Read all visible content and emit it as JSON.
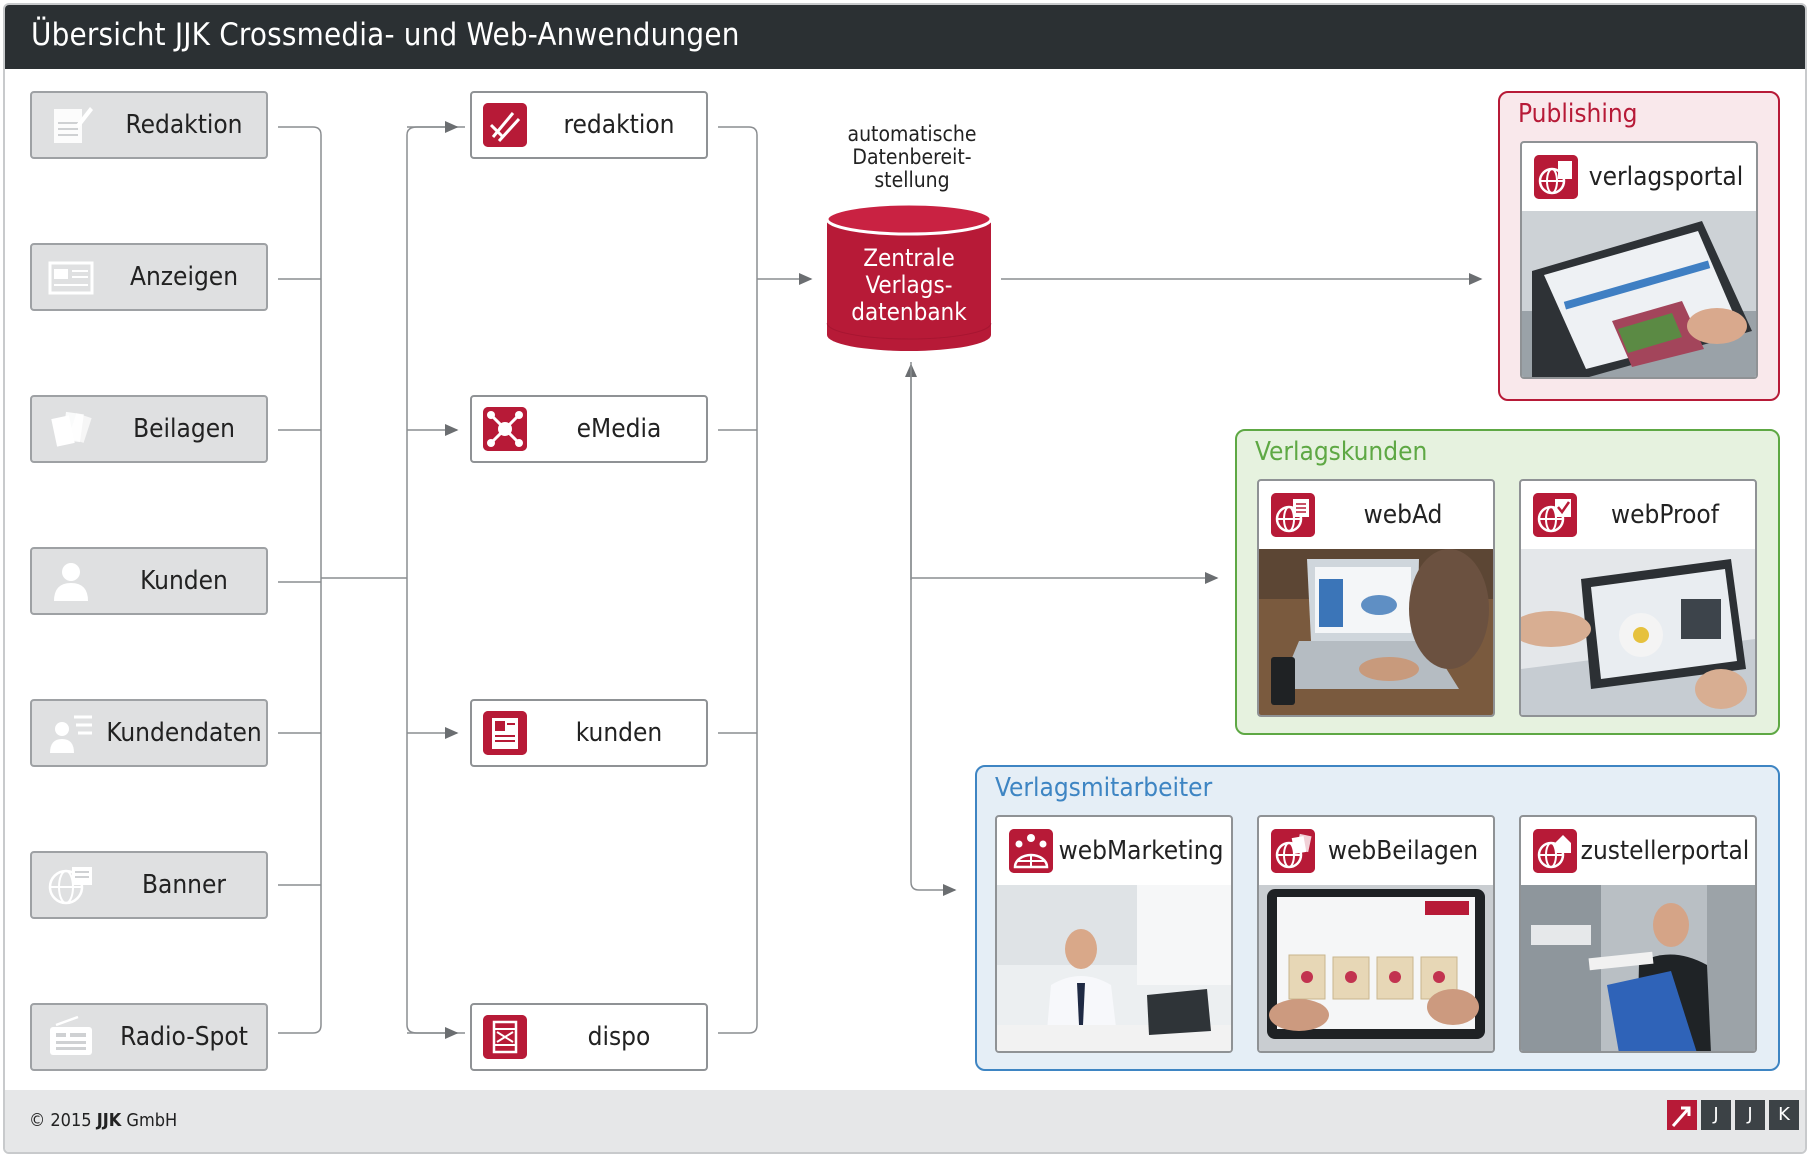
{
  "title": "Übersicht JJK Crossmedia- und Web-Anwendungen",
  "footer": {
    "copyright_prefix": "© 2015 ",
    "company_bold": "JJK",
    "company_rest": " GmbH"
  },
  "logo": {
    "letters": [
      "J",
      "J",
      "K"
    ]
  },
  "sources": [
    {
      "label": "Redaktion",
      "icon": "document-pen-icon"
    },
    {
      "label": "Anzeigen",
      "icon": "ad-layout-icon"
    },
    {
      "label": "Beilagen",
      "icon": "leaflets-icon"
    },
    {
      "label": "Kunden",
      "icon": "person-icon"
    },
    {
      "label": "Kundendaten",
      "icon": "person-list-icon"
    },
    {
      "label": "Banner",
      "icon": "globe-banner-icon"
    },
    {
      "label": "Radio-Spot",
      "icon": "radio-icon"
    }
  ],
  "apps": [
    {
      "label": "redaktion",
      "icon": "pen-hand-icon"
    },
    {
      "label": "eMedia",
      "icon": "network-icon"
    },
    {
      "label": "kunden",
      "icon": "customer-card-icon"
    },
    {
      "label": "dispo",
      "icon": "layout-frame-icon"
    }
  ],
  "database": {
    "note": [
      "automatische",
      "Datenbereit-",
      "stellung"
    ],
    "label": [
      "Zentrale",
      "Verlags-",
      "datenbank"
    ]
  },
  "groups": {
    "publishing": {
      "title": "Publishing",
      "color": "#b71a37",
      "bg": "#f9e8eb",
      "cards": [
        {
          "label": "verlagsportal",
          "icon": "globe-newspaper-icon"
        }
      ]
    },
    "verlagskunden": {
      "title": "Verlagskunden",
      "color": "#5ea844",
      "bg": "#e6f2df",
      "cards": [
        {
          "label": "webAd",
          "icon": "globe-ad-icon"
        },
        {
          "label": "webProof",
          "icon": "globe-check-icon"
        }
      ]
    },
    "verlagsmitarbeiter": {
      "title": "Verlagsmitarbeiter",
      "color": "#3e85c3",
      "bg": "#e5eef6",
      "cards": [
        {
          "label": "webMarketing",
          "icon": "people-globe-icon"
        },
        {
          "label": "webBeilagen",
          "icon": "globe-leaflet-icon"
        },
        {
          "label": "zustellerportal",
          "icon": "globe-house-icon"
        }
      ]
    }
  },
  "colors": {
    "accent": "#b71a37",
    "titlebar": "#2b3033",
    "line": "#8a8d90"
  }
}
